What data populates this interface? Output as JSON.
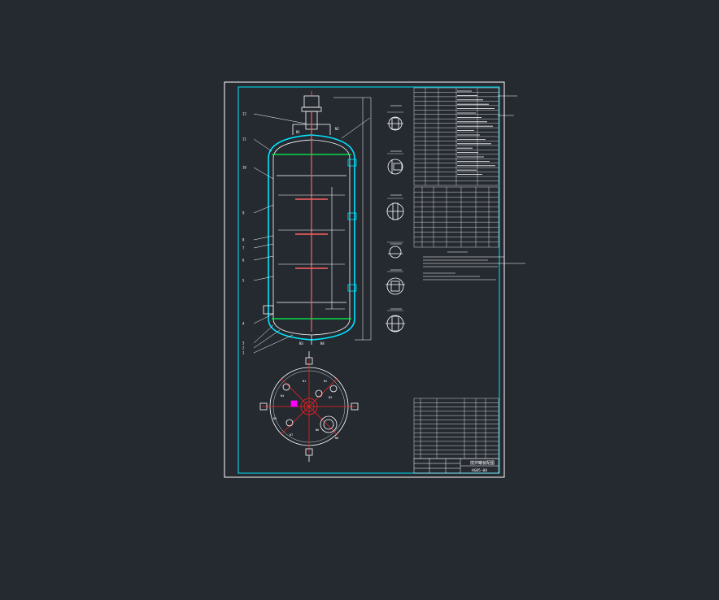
{
  "colors": {
    "background": "#252a31",
    "sheet_frame": "#ffffff",
    "inner_frame": "#00e5ff",
    "vessel_jacket": "#00e5ff",
    "hatch_green": "#00ff4c",
    "accent_magenta": "#ff00ff",
    "accent_red": "#ff2020",
    "linework": "#ffffff"
  },
  "callouts": [
    "12",
    "11",
    "10",
    "9",
    "8",
    "7",
    "6",
    "5",
    "4",
    "3",
    "2",
    "1"
  ],
  "nozzles": {
    "top": [
      "N1",
      "N2"
    ],
    "bottom": [
      "N3",
      "N4"
    ],
    "plan": [
      "N1",
      "N2",
      "N3",
      "N4",
      "N5",
      "N6",
      "N7",
      "N8"
    ]
  },
  "title_block": {
    "drawing_title": "搅拌罐装配图",
    "drawing_number": "HG05-00"
  }
}
